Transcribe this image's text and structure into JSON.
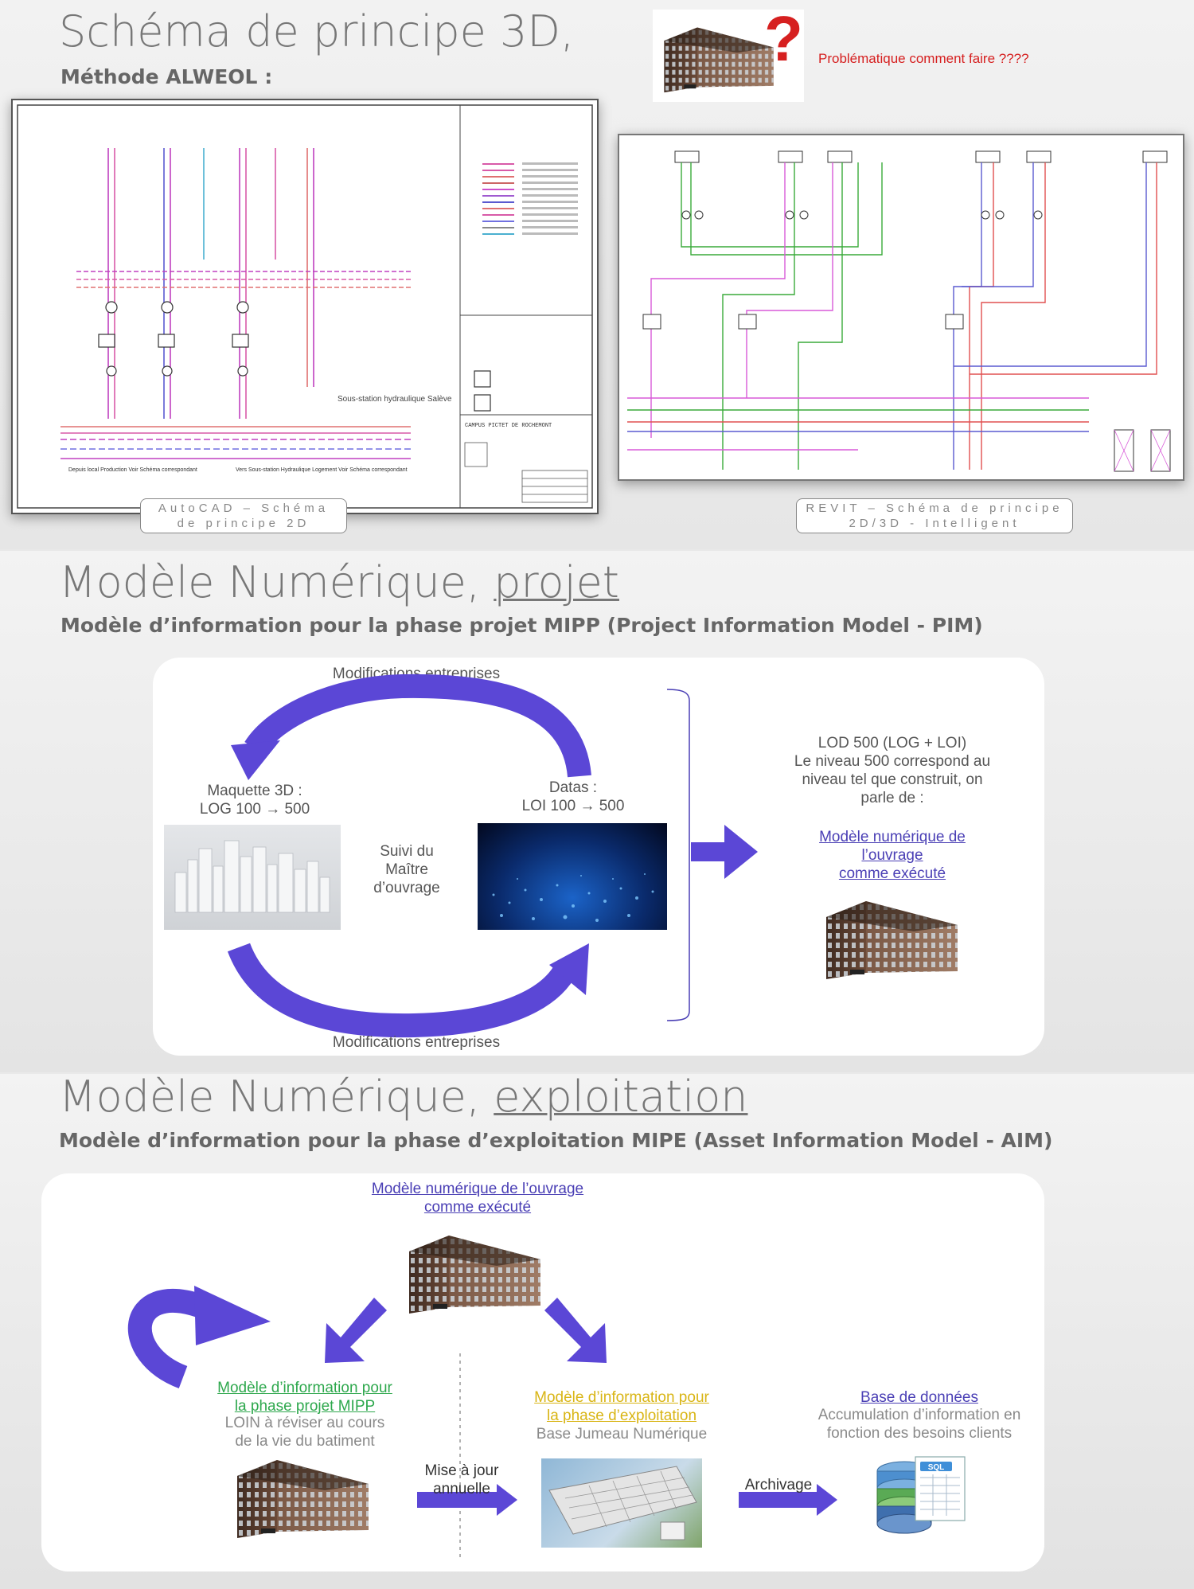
{
  "section1": {
    "title": "Schéma de principe 3D,",
    "subtitle": "Méthode ALWEOL :",
    "problem_text": "Problématique comment faire ????",
    "problem_mark": "?",
    "autocad_caption": "AutoCAD – Schéma de principe 2D",
    "revit_caption": "REVIT – Schéma de principe 2D/3D - Intelligent",
    "autocad_drawing": {
      "label_sous_station": "Sous-station hydraulique Salève",
      "label_depuis": "Depuis local Production Voir Schéma correspondant",
      "label_vers": "Vers Sous-station Hydraulique Logement Voir Schéma correspondant",
      "label_campus": "CAMPUS PICTET DE ROCHEMONT"
    }
  },
  "section2": {
    "title_prefix": "Modèle Numérique, ",
    "title_link": "projet",
    "subtitle": "Modèle d’information pour la phase projet MIPP (Project Information Model - PIM)",
    "top_arrow_label": "Modifications entreprises",
    "bottom_arrow_label": "Modifications entreprises",
    "maquette_label_1": "Maquette 3D :",
    "maquette_label_2": "LOG 100 → 500",
    "datas_label_1": "Datas :",
    "datas_label_2": "LOI 100 → 500",
    "suivi_1": "Suivi du",
    "suivi_2": "Maître",
    "suivi_3": "d’ouvrage",
    "lod_1": "LOD 500 (LOG + LOI)",
    "lod_2": "Le niveau 500 correspond au",
    "lod_3": "niveau tel que construit, on",
    "lod_4": "parle de :",
    "lod_link_1": "Modèle numérique de",
    "lod_link_2": "l’ouvrage",
    "lod_link_3": "comme exécuté"
  },
  "section3": {
    "title_prefix": "Modèle Numérique, ",
    "title_link": "exploitation",
    "subtitle": "Modèle d’information pour la phase d’exploitation MIPE (Asset Information Model - AIM)",
    "top_link_1": "Modèle numérique de l’ouvrage",
    "top_link_2": "comme exécuté",
    "mipp_link_1": "Modèle d’information pour",
    "mipp_link_2": "la phase projet MIPP",
    "mipp_desc_1": "LOIN à réviser au cours",
    "mipp_desc_2": "de la vie du batiment",
    "mipe_link_1": "Modèle d’information pour",
    "mipe_link_2": "la phase d’exploitation",
    "mipe_desc": "Base Jumeau Numérique",
    "db_link": "Base de données",
    "db_desc_1": "Accumulation d’information en",
    "db_desc_2": "fonction des besoins clients",
    "update_label_1": "Mise à jour",
    "update_label_2": "annuelle",
    "archive_label": "Archivage",
    "sql_label": "SQL"
  },
  "colors": {
    "arrow": "#5b47d6",
    "link": "#4a3fb5",
    "green": "#2ea84d",
    "gold": "#d9b515",
    "red": "#d62020",
    "building": "#5a3a2a"
  }
}
